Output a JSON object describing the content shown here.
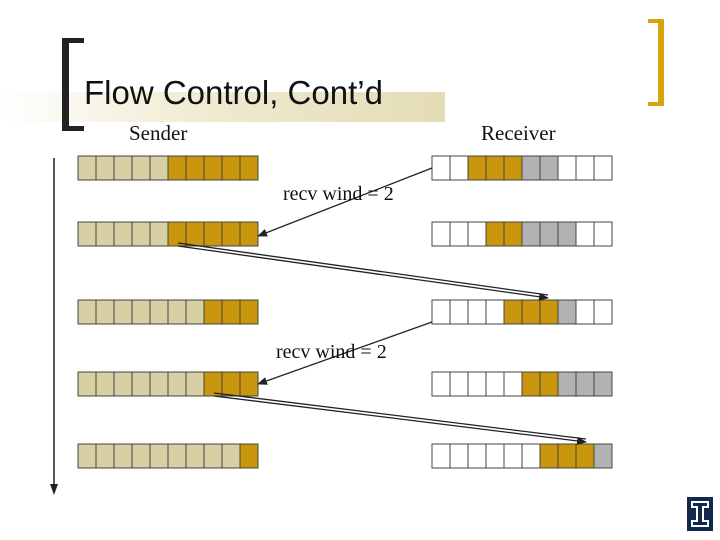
{
  "title": "Flow Control, Cont’d",
  "sender_label": "Sender",
  "receiver_label": "Receiver",
  "annotations": [
    "recv wind = 2",
    "recv wind = 2"
  ],
  "colors": {
    "acked": "#d6d0a2",
    "window": "#c9970d",
    "empty": "#ffffff",
    "consumed": "#b2b2b2",
    "bracket": "#d6a50c",
    "logo": "#13294b"
  },
  "sender_rows": [
    [
      "acked",
      "acked",
      "acked",
      "acked",
      "acked",
      "window",
      "window",
      "window",
      "window",
      "window"
    ],
    [
      "acked",
      "acked",
      "acked",
      "acked",
      "acked",
      "window",
      "window",
      "window",
      "window",
      "window"
    ],
    [
      "acked",
      "acked",
      "acked",
      "acked",
      "acked",
      "acked",
      "acked",
      "window",
      "window",
      "window"
    ],
    [
      "acked",
      "acked",
      "acked",
      "acked",
      "acked",
      "acked",
      "acked",
      "window",
      "window",
      "window"
    ],
    [
      "acked",
      "acked",
      "acked",
      "acked",
      "acked",
      "acked",
      "acked",
      "acked",
      "acked",
      "window"
    ]
  ],
  "receiver_rows": [
    [
      "empty",
      "empty",
      "window",
      "window",
      "window",
      "consumed",
      "consumed",
      "empty",
      "empty",
      "empty"
    ],
    [
      "empty",
      "empty",
      "empty",
      "window",
      "window",
      "consumed",
      "consumed",
      "consumed",
      "empty",
      "empty"
    ],
    [
      "empty",
      "empty",
      "empty",
      "empty",
      "window",
      "window",
      "window",
      "consumed",
      "empty",
      "empty"
    ],
    [
      "empty",
      "empty",
      "empty",
      "empty",
      "empty",
      "window",
      "window",
      "consumed",
      "consumed",
      "consumed"
    ],
    [
      "empty",
      "empty",
      "empty",
      "empty",
      "empty",
      "empty",
      "window",
      "window",
      "window",
      "consumed"
    ]
  ],
  "icons": [
    "left-bracket-icon",
    "right-bracket-icon",
    "illinois-logo-icon"
  ]
}
